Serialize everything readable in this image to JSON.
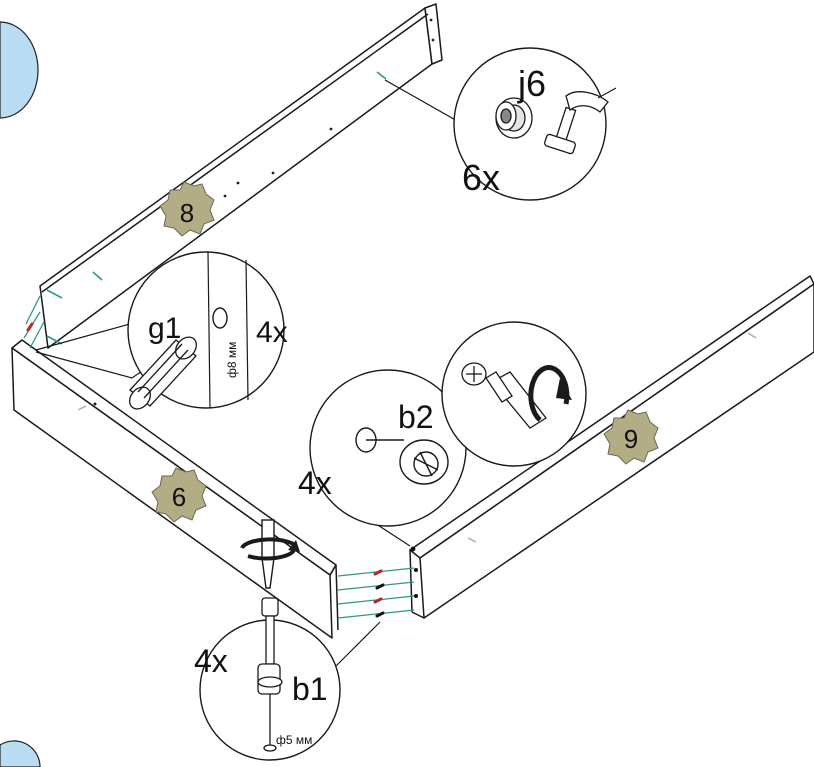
{
  "parts": {
    "part_8": "8",
    "part_6": "6",
    "part_9": "9"
  },
  "callouts": {
    "j6": {
      "code": "j6",
      "qty": "6x"
    },
    "g1": {
      "code": "g1",
      "qty": "4x",
      "dim": "ф8 мм"
    },
    "b2": {
      "code": "b2",
      "qty": "4x"
    },
    "b1": {
      "code": "b1",
      "qty": "4x",
      "dim": "ф5 мм"
    }
  },
  "colors": {
    "badge": "#b3ad86",
    "step_circle": "#b9dcf2",
    "dowel_line": "#2a9a8a",
    "screw_red": "#b52a1f",
    "line": "#1a1a1a"
  },
  "icons": {
    "badge_shape": "gear-badge-icon",
    "rotate": "rotate-arrow-icon",
    "hammer": "hammer-icon",
    "screwdriver": "screwdriver-icon"
  }
}
